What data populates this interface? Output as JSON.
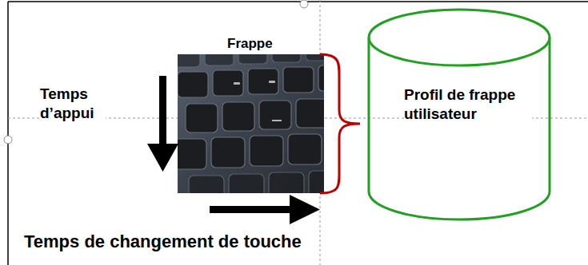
{
  "diagram": {
    "nodes": [
      {
        "text": [
          "Profil de frappe utilisateur"
        ]
      }
    ],
    "labels": [
      "Frappe",
      "Temps d’appui",
      "Temps de changement de touche"
    ]
  }
}
